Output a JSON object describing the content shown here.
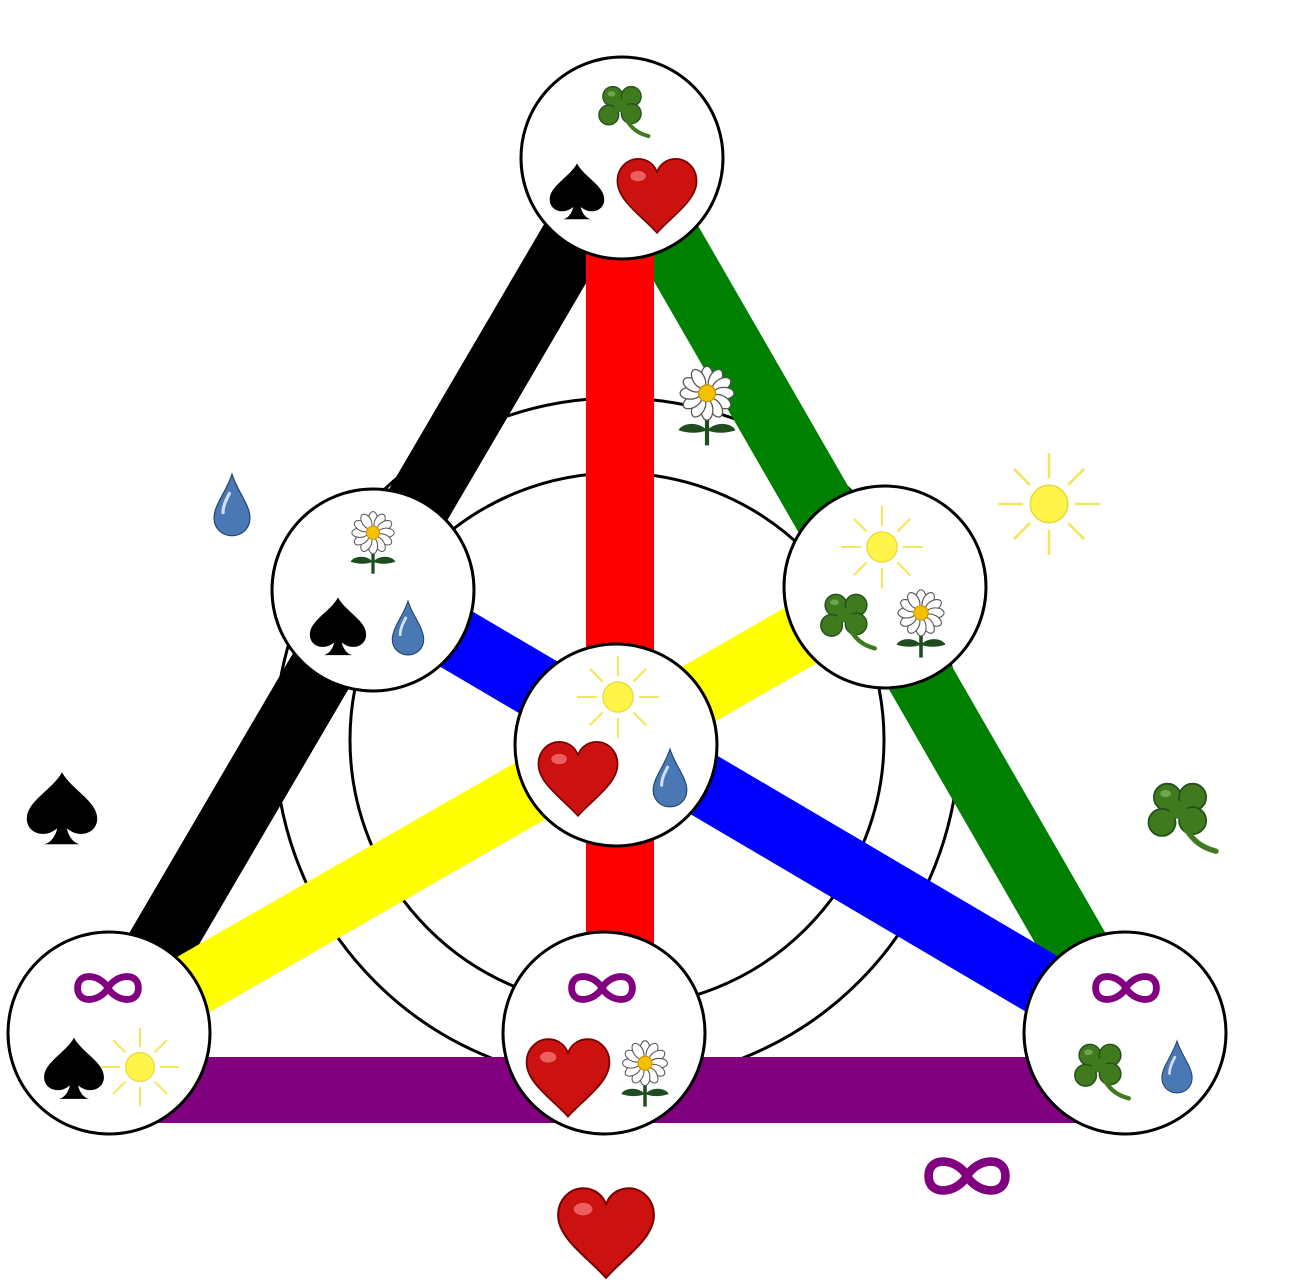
{
  "diagram": {
    "kind": "fano-plane",
    "line_colors": {
      "spade": "#000000",
      "clover": "#008000",
      "heart": "#ff0000",
      "water": "#0000ff",
      "sun": "#ffff00",
      "infinity": "#800080"
    },
    "symbol_colors": {
      "spade": "#000000",
      "heart": "#cc1111",
      "clover": "#3f7a1f",
      "water": "#4a78b5",
      "sun": "#fff44a",
      "daisy_center": "#f5c000",
      "stem": "#1f4d1f",
      "infinity": "#800080",
      "node_fill": "#ffffff",
      "node_stroke": "#000000"
    },
    "nodes": [
      {
        "id": "top",
        "symbols": [
          "clover",
          "spade",
          "heart"
        ]
      },
      {
        "id": "upper-left",
        "symbols": [
          "flower",
          "spade",
          "water"
        ]
      },
      {
        "id": "upper-right",
        "symbols": [
          "sun",
          "clover",
          "flower"
        ]
      },
      {
        "id": "center",
        "symbols": [
          "sun",
          "heart",
          "water"
        ]
      },
      {
        "id": "bottom-left",
        "symbols": [
          "infinity",
          "spade",
          "sun"
        ]
      },
      {
        "id": "bottom-middle",
        "symbols": [
          "infinity",
          "heart",
          "flower"
        ]
      },
      {
        "id": "bottom-right",
        "symbols": [
          "infinity",
          "clover",
          "water"
        ]
      }
    ],
    "outside_labels": [
      "flower",
      "water",
      "sun",
      "spade",
      "clover",
      "heart",
      "infinity"
    ]
  }
}
